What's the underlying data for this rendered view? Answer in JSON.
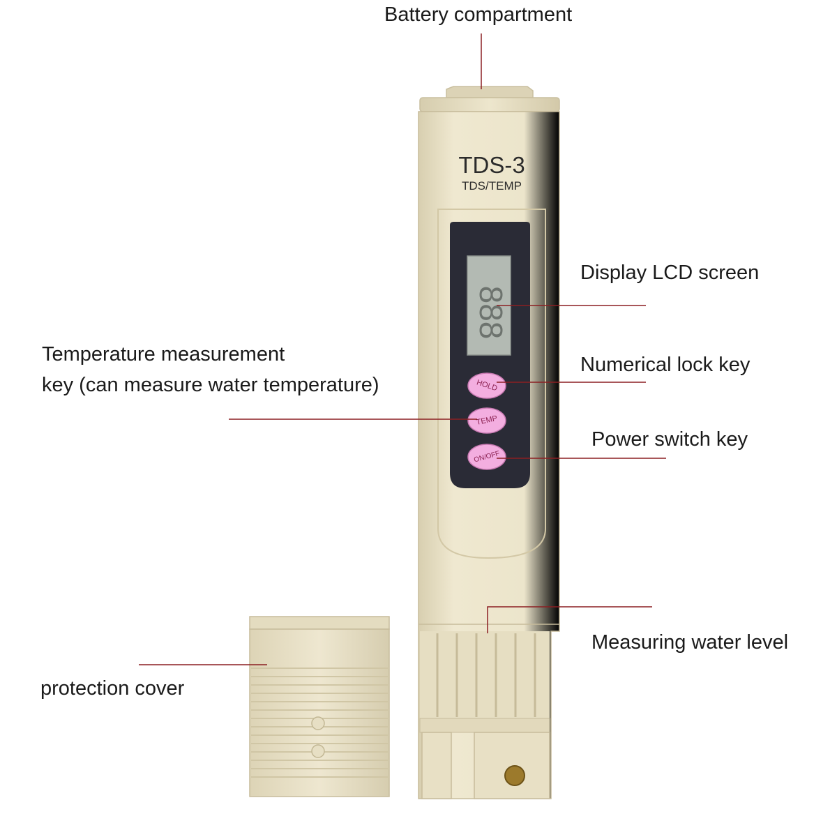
{
  "device": {
    "model": "TDS-3",
    "subtitle": "TDS/TEMP",
    "lcd_digits": "888",
    "buttons": {
      "hold": "HOLD",
      "temp": "TEMP",
      "power": "ON/OFF"
    }
  },
  "labels": {
    "battery_compartment": "Battery compartment",
    "display_lcd": "Display LCD screen",
    "numerical_lock": "Numerical lock key",
    "power_switch": "Power switch key",
    "temperature_line1": "Temperature measurement",
    "temperature_line2": "key (can measure water temperature)",
    "measuring_water_level": "Measuring water level",
    "protection_cover": "protection cover"
  },
  "colors": {
    "body": "#ebe3c9",
    "body_shade": "#d9cfb0",
    "panel": "#2a2b36",
    "lcd": "#b4bbb4",
    "button": "#f3aee0",
    "leader_line": "#8b1f22"
  }
}
